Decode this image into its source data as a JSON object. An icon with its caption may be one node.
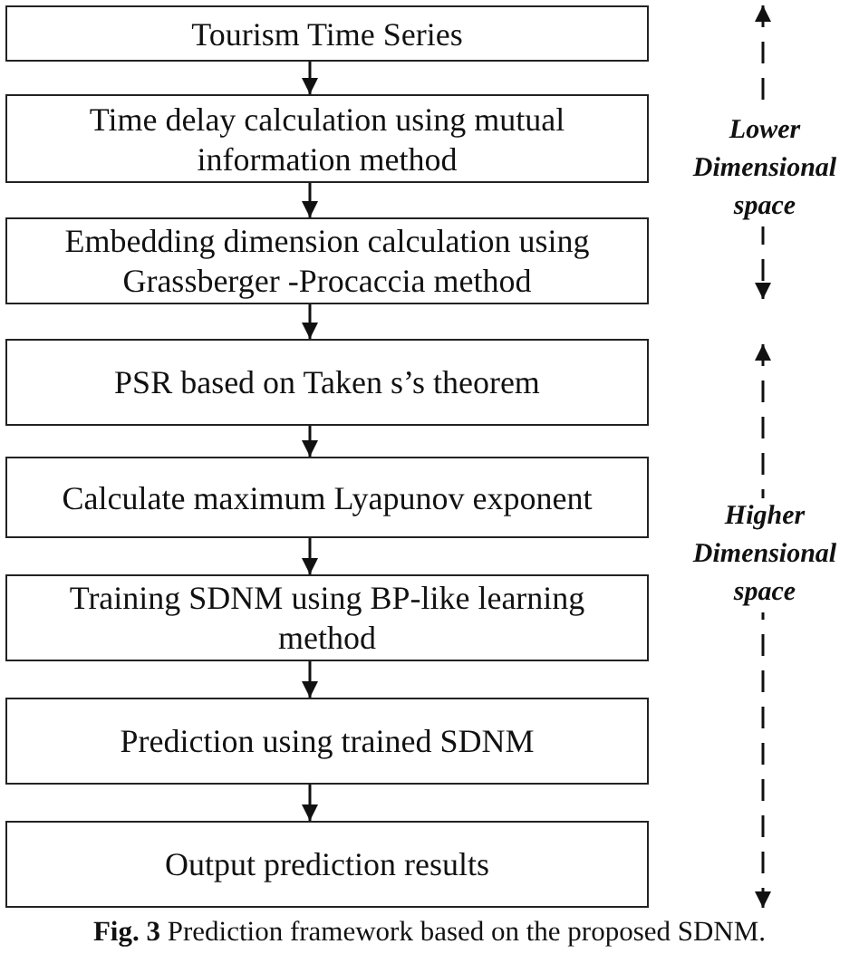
{
  "diagram": {
    "caption": "**Fig. 3** Prediction framework based on the proposed SDNM.",
    "nodes": [
      {
        "text": [
          "Tourism Time Series"
        ]
      },
      {
        "text": [
          "Time delay calculation using mutual information method"
        ]
      },
      {
        "text": [
          "Embedding dimension calculation using Grassberger -Procaccia method"
        ]
      },
      {
        "text": [
          "PSR based on Taken s’s theorem"
        ]
      },
      {
        "text": [
          "Calculate maximum Lyapunov exponent"
        ]
      },
      {
        "text": [
          "Training SDNM using BP-like learning method"
        ]
      },
      {
        "text": [
          "Prediction using trained SDNM"
        ]
      },
      {
        "text": [
          "Output prediction results"
        ]
      }
    ],
    "edges": [
      {
        "from": 0,
        "to": 1,
        "arrow": "to"
      },
      {
        "from": 1,
        "to": 2,
        "arrow": "to"
      },
      {
        "from": 2,
        "to": 3,
        "arrow": "to"
      },
      {
        "from": 3,
        "to": 4,
        "arrow": "to"
      },
      {
        "from": 4,
        "to": 5,
        "arrow": "to"
      },
      {
        "from": 5,
        "to": 6,
        "arrow": "to"
      },
      {
        "from": 6,
        "to": 7,
        "arrow": "to"
      }
    ],
    "labels": [
      "Lower Dimensional space",
      "Higher Dimensional space"
    ]
  }
}
